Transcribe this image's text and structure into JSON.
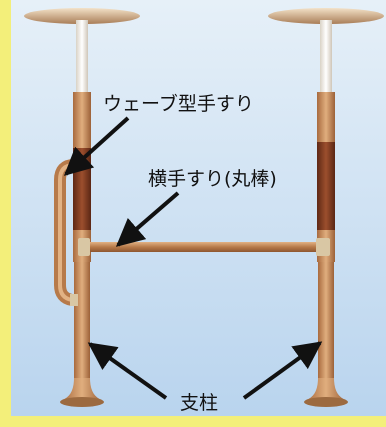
{
  "labels": {
    "wave_handrail": "ウェーブ型手すり",
    "horizontal_handrail": "横手すり(丸棒)",
    "support_pole": "支柱"
  },
  "colors": {
    "border": "#f3ef7a",
    "background_top": "#e3eef8",
    "background_bottom": "#bcd7ef",
    "pole_metal": "#f4f0e6",
    "pole_wood": "#c58d5c",
    "wood_dark": "#7c3c22",
    "plate": "#e8d3b6",
    "arrow": "#111111"
  }
}
